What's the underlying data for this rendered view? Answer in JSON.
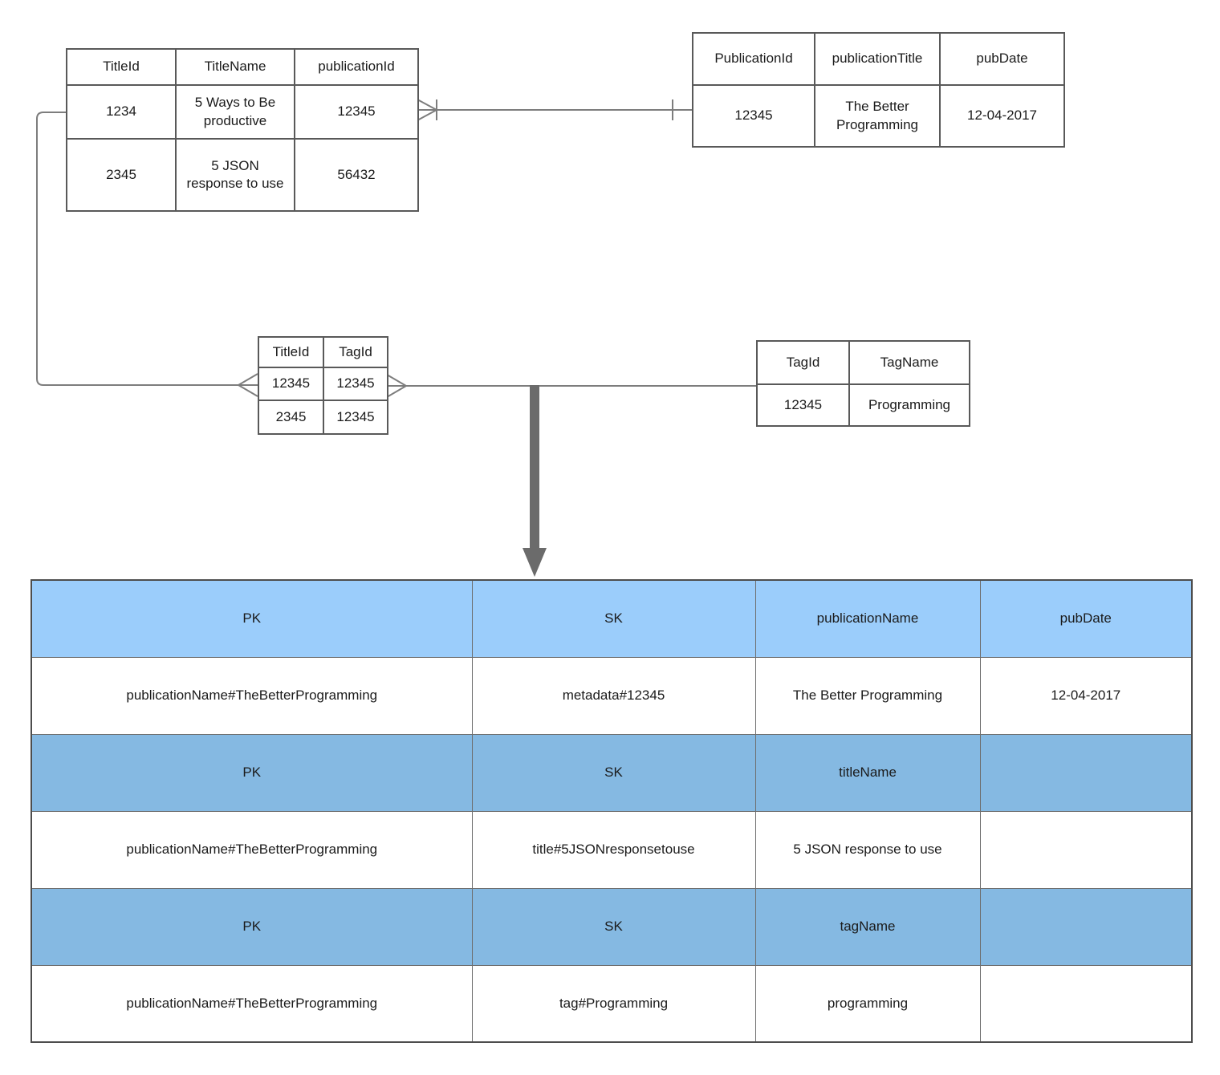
{
  "er_tables": {
    "titles": {
      "headers": [
        "TitleId",
        "TitleName",
        "publicationId"
      ],
      "rows": [
        [
          "1234",
          "5 Ways to Be productive",
          "12345"
        ],
        [
          "2345",
          "5 JSON response to use",
          "56432"
        ]
      ]
    },
    "publications": {
      "headers": [
        "PublicationId",
        "publicationTitle",
        "pubDate"
      ],
      "rows": [
        [
          "12345",
          "The Better Programming",
          "12-04-2017"
        ]
      ]
    },
    "title_tags": {
      "headers": [
        "TitleId",
        "TagId"
      ],
      "rows": [
        [
          "12345",
          "12345"
        ],
        [
          "2345",
          "12345"
        ]
      ]
    },
    "tags": {
      "headers": [
        "TagId",
        "TagName"
      ],
      "rows": [
        [
          "12345",
          "Programming"
        ]
      ]
    }
  },
  "dynamo_table": {
    "sections": [
      {
        "headers": [
          "PK",
          "SK",
          "publicationName",
          "pubDate"
        ],
        "values": [
          "publicationName#TheBetterProgramming",
          "metadata#12345",
          "The Better Programming",
          "12-04-2017"
        ]
      },
      {
        "headers": [
          "PK",
          "SK",
          "titleName",
          ""
        ],
        "values": [
          "publicationName#TheBetterProgramming",
          "title#5JSONresponsetouse",
          "5 JSON response to use",
          ""
        ]
      },
      {
        "headers": [
          "PK",
          "SK",
          "tagName",
          ""
        ],
        "values": [
          "publicationName#TheBetterProgramming",
          "tag#Programming",
          "programming",
          ""
        ]
      }
    ]
  },
  "icons": {
    "down_arrow": "down-arrow-icon",
    "crows_foot_many": "crows-foot-many-icon",
    "one_tick": "one-tick-icon"
  },
  "colors": {
    "header_light_blue": "#9BCDFB",
    "header_steel_blue": "#85B9E2",
    "entity_border": "#595959",
    "dyn_border": "#6e6e6e",
    "connector_gray": "#7d7d7d",
    "arrow_gray": "#6b6b6b"
  }
}
